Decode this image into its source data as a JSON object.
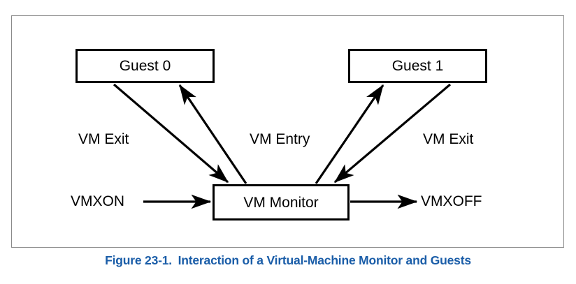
{
  "figure": {
    "caption_number": "Figure 23-1.",
    "caption_title": "Interaction of a Virtual-Machine Monitor and Guests",
    "caption_color": "#1a5da8",
    "frame_color": "#8a8a8a",
    "stroke_color": "#000000",
    "background_color": "#ffffff"
  },
  "nodes": [
    {
      "id": "guest0",
      "label": "Guest 0"
    },
    {
      "id": "guest1",
      "label": "Guest 1"
    },
    {
      "id": "vm_monitor",
      "label": "VM Monitor"
    }
  ],
  "terminals": [
    {
      "id": "vmxon",
      "label": "VMXON"
    },
    {
      "id": "vmxoff",
      "label": "VMXOFF"
    }
  ],
  "edge_labels": [
    {
      "id": "vm_exit_left",
      "label": "VM Exit"
    },
    {
      "id": "vm_entry",
      "label": "VM Entry"
    },
    {
      "id": "vm_exit_right",
      "label": "VM Exit"
    }
  ],
  "edges": [
    {
      "id": "guest0-to-monitor",
      "from": "Guest 0",
      "to": "VM Monitor",
      "label": "VM Exit"
    },
    {
      "id": "monitor-to-guest0",
      "from": "VM Monitor",
      "to": "Guest 0",
      "label": "VM Entry"
    },
    {
      "id": "monitor-to-guest1",
      "from": "VM Monitor",
      "to": "Guest 1",
      "label": "VM Entry"
    },
    {
      "id": "guest1-to-monitor",
      "from": "Guest 1",
      "to": "VM Monitor",
      "label": "VM Exit"
    },
    {
      "id": "vmxon-to-monitor",
      "from": "VMXON",
      "to": "VM Monitor",
      "label": ""
    },
    {
      "id": "monitor-to-vmxoff",
      "from": "VM Monitor",
      "to": "VMXOFF",
      "label": ""
    }
  ]
}
